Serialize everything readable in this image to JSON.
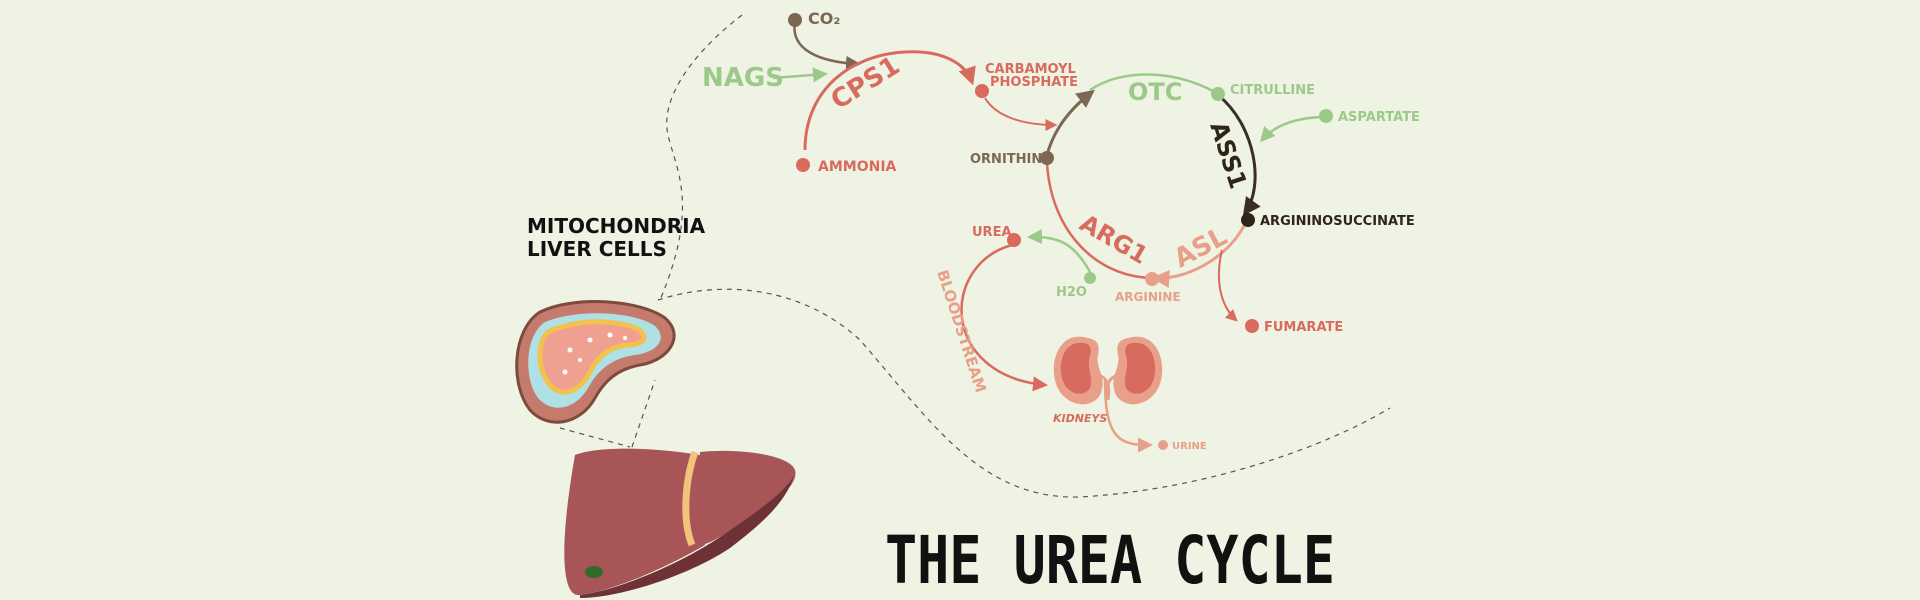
{
  "title": "THE UREA CYCLE",
  "location": {
    "line1": "MITOCHONDRIA",
    "line2": "LIVER CELLS"
  },
  "enzymes": {
    "nags": "NAGS",
    "cps1": "CPS1",
    "otc": "OTC",
    "ass1": "ASS1",
    "asl": "ASL",
    "arg1": "ARG1"
  },
  "metabolites": {
    "co2": "CO₂",
    "ammonia": "AMMONIA",
    "carbamoyl_line1": "CARBAMOYL",
    "carbamoyl_line2": "PHOSPHATE",
    "ornithine": "ORNITHINE",
    "citrulline": "CITRULLINE",
    "aspartate": "ASPARTATE",
    "argininosuccinate": "ARGININOSUCCINATE",
    "arginine": "ARGININE",
    "fumarate": "FUMARATE",
    "urea": "UREA",
    "h2o": "H2O",
    "bloodstream": "BLOODSTREAM",
    "kidneys": "KIDNEYS",
    "urine": "URINE"
  },
  "colors": {
    "background": "#eef3e3",
    "red": "#d96a5e",
    "green": "#9cc98a",
    "brown": "#7e6654",
    "dark": "#2e2418",
    "salmon": "#e9a08a",
    "liver": "#a85558"
  }
}
